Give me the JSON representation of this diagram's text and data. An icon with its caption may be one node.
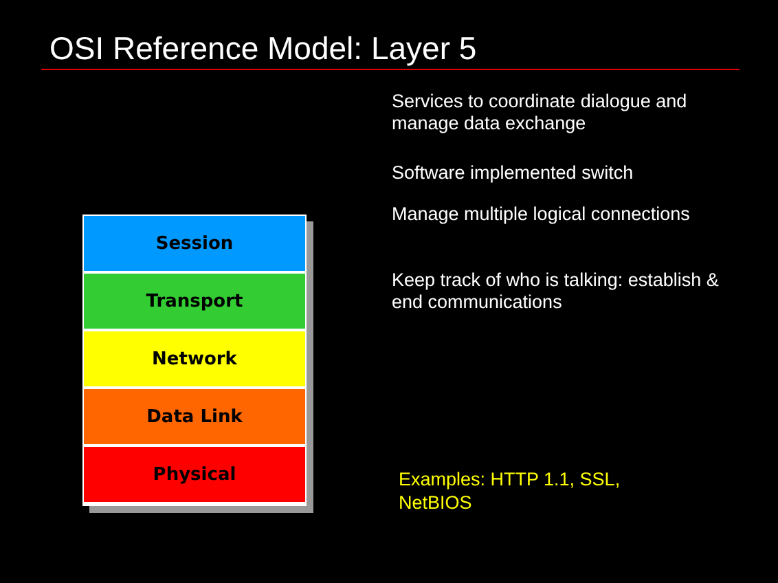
{
  "diagram": {
    "title": "OSI Reference Model: Layer 5",
    "nodes": [
      {
        "text": [
          "Session"
        ]
      },
      {
        "text": [
          "Transport"
        ]
      },
      {
        "text": [
          "Network"
        ]
      },
      {
        "text": [
          "Data Link"
        ]
      },
      {
        "text": [
          "Physical"
        ]
      }
    ],
    "labels": [
      "Services to coordinate dialogue and manage data exchange",
      "Software implemented switch",
      "Manage multiple logical connections",
      "Keep track of who is talking: establish & end communications",
      "Examples: HTTP 1.1, SSL, NetBIOS"
    ]
  }
}
